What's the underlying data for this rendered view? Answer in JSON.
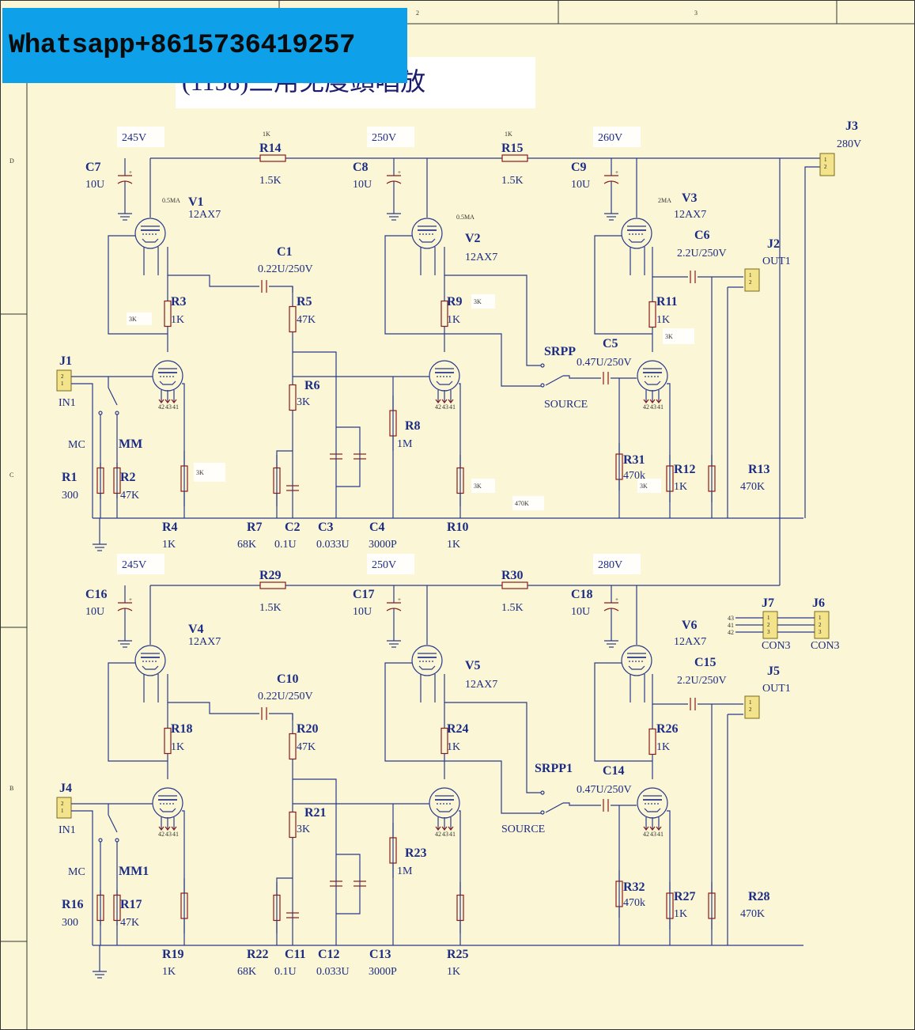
{
  "watermark": "Whatsapp+8615736419257",
  "title": "(1158)三用免度頭唱放",
  "frame": {
    "col_marks": [
      "2",
      "3"
    ],
    "row_marks": [
      "D",
      "C",
      "B"
    ]
  },
  "colors": {
    "background": "#fbf7d6",
    "wire": "#2a3a8a",
    "part": "#8a1a1a",
    "label": "#1c2c84",
    "connector": "#f3e38a",
    "watermark_bg": "#0ea0e8"
  },
  "icons": [
    "vacuum-tube-icon",
    "resistor-icon",
    "capacitor-icon",
    "electrolytic-capacitor-icon",
    "ground-icon",
    "switch-icon",
    "connector-icon"
  ],
  "upper": {
    "rail_voltages": [
      "245V",
      "250V",
      "260V"
    ],
    "supply_note": "1K",
    "tubes": [
      {
        "ref": "V1",
        "type": "12AX7",
        "current": "0.5MA"
      },
      {
        "ref": "V2",
        "type": "12AX7",
        "current": "0.5MA"
      },
      {
        "ref": "V3",
        "type": "12AX7",
        "current": "2MA"
      }
    ],
    "switch_labels": {
      "srpp": "SRPP",
      "source": "SOURCE",
      "mc": "MC",
      "mm": "MM"
    },
    "components": [
      {
        "ref": "R14",
        "value": "1.5K"
      },
      {
        "ref": "R15",
        "value": "1.5K"
      },
      {
        "ref": "C7",
        "value": "10U"
      },
      {
        "ref": "C8",
        "value": "10U"
      },
      {
        "ref": "C9",
        "value": "10U"
      },
      {
        "ref": "C1",
        "value": "0.22U/250V"
      },
      {
        "ref": "C6",
        "value": "2.2U/250V"
      },
      {
        "ref": "C5",
        "value": "0.47U/250V"
      },
      {
        "ref": "R3",
        "value": "1K"
      },
      {
        "ref": "R5",
        "value": "47K"
      },
      {
        "ref": "R9",
        "value": "1K"
      },
      {
        "ref": "R11",
        "value": "1K"
      },
      {
        "ref": "R6",
        "value": "3K"
      },
      {
        "ref": "R8",
        "value": "1M"
      },
      {
        "ref": "R31",
        "value": "470k"
      },
      {
        "ref": "R12",
        "value": "1K"
      },
      {
        "ref": "R13",
        "value": "470K"
      },
      {
        "ref": "R1",
        "value": "300"
      },
      {
        "ref": "R2",
        "value": "47K"
      },
      {
        "ref": "R4",
        "value": "1K"
      },
      {
        "ref": "R7",
        "value": "68K"
      },
      {
        "ref": "C2",
        "value": "0.1U"
      },
      {
        "ref": "C3",
        "value": "0.033U"
      },
      {
        "ref": "C4",
        "value": "3000P"
      },
      {
        "ref": "R10",
        "value": "1K"
      }
    ],
    "notes": [
      "3K",
      "3K",
      "3K",
      "3K",
      "3K",
      "3K",
      "470K"
    ],
    "connectors": {
      "in": {
        "ref": "J1",
        "label": "IN1"
      },
      "out": {
        "ref": "J2",
        "label": "OUT1"
      },
      "power": {
        "ref": "J3",
        "label": "280V"
      }
    }
  },
  "lower": {
    "rail_voltages": [
      "245V",
      "250V",
      "280V"
    ],
    "tubes": [
      {
        "ref": "V4",
        "type": "12AX7"
      },
      {
        "ref": "V5",
        "type": "12AX7"
      },
      {
        "ref": "V6",
        "type": "12AX7"
      }
    ],
    "switch_labels": {
      "srpp": "SRPP1",
      "source": "SOURCE",
      "mc": "MC",
      "mm": "MM1"
    },
    "components": [
      {
        "ref": "R29",
        "value": "1.5K"
      },
      {
        "ref": "R30",
        "value": "1.5K"
      },
      {
        "ref": "C16",
        "value": "10U"
      },
      {
        "ref": "C17",
        "value": "10U"
      },
      {
        "ref": "C18",
        "value": "10U"
      },
      {
        "ref": "C10",
        "value": "0.22U/250V"
      },
      {
        "ref": "C15",
        "value": "2.2U/250V"
      },
      {
        "ref": "C14",
        "value": "0.47U/250V"
      },
      {
        "ref": "R18",
        "value": "1K"
      },
      {
        "ref": "R20",
        "value": "47K"
      },
      {
        "ref": "R24",
        "value": "1K"
      },
      {
        "ref": "R26",
        "value": "1K"
      },
      {
        "ref": "R21",
        "value": "3K"
      },
      {
        "ref": "R23",
        "value": "1M"
      },
      {
        "ref": "R32",
        "value": "470k"
      },
      {
        "ref": "R27",
        "value": "1K"
      },
      {
        "ref": "R28",
        "value": "470K"
      },
      {
        "ref": "R16",
        "value": "300"
      },
      {
        "ref": "R17",
        "value": "47K"
      },
      {
        "ref": "R19",
        "value": "1K"
      },
      {
        "ref": "R22",
        "value": "68K"
      },
      {
        "ref": "C11",
        "value": "0.1U"
      },
      {
        "ref": "C12",
        "value": "0.033U"
      },
      {
        "ref": "C13",
        "value": "3000P"
      },
      {
        "ref": "R25",
        "value": "1K"
      }
    ],
    "connectors": {
      "in": {
        "ref": "J4",
        "label": "IN1"
      },
      "out": {
        "ref": "J5",
        "label": "OUT1"
      },
      "heater_a": {
        "ref": "J7",
        "label": "CON3"
      },
      "heater_b": {
        "ref": "J6",
        "label": "CON3"
      }
    }
  }
}
